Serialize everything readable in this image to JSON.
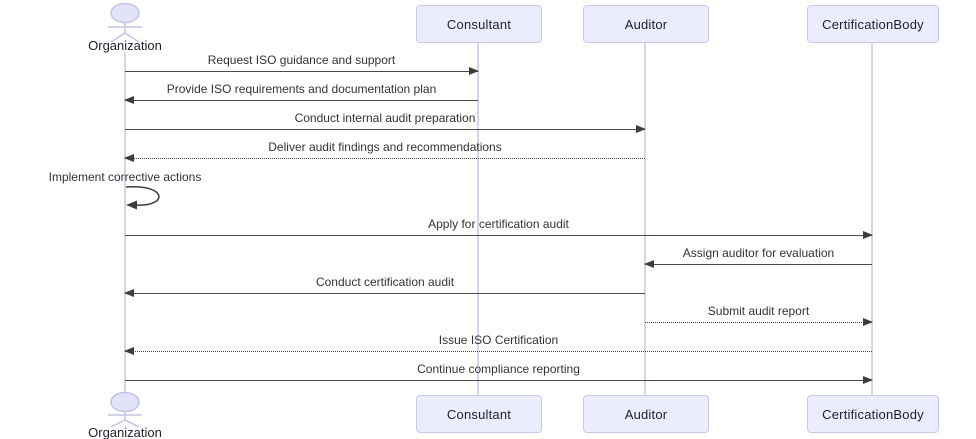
{
  "diagram": {
    "type": "uml-sequence-diagram",
    "actors": [
      {
        "name": "Organization",
        "kind": "actor-figure"
      },
      {
        "name": "Consultant",
        "kind": "participant-box"
      },
      {
        "name": "Auditor",
        "kind": "participant-box"
      },
      {
        "name": "CertificationBody",
        "kind": "participant-box"
      }
    ],
    "messages": [
      {
        "label": "Request ISO guidance and support",
        "from": "Organization",
        "to": "Consultant",
        "line": "solid"
      },
      {
        "label": "Provide ISO requirements and documentation plan",
        "from": "Consultant",
        "to": "Organization",
        "line": "solid"
      },
      {
        "label": "Conduct internal audit preparation",
        "from": "Organization",
        "to": "Auditor",
        "line": "solid"
      },
      {
        "label": "Deliver audit findings and recommendations",
        "from": "Auditor",
        "to": "Organization",
        "line": "dotted"
      },
      {
        "label": "Implement corrective actions",
        "from": "Organization",
        "to": "Organization",
        "line": "self-loop"
      },
      {
        "label": "Apply for certification audit",
        "from": "Organization",
        "to": "CertificationBody",
        "line": "solid"
      },
      {
        "label": "Assign auditor for evaluation",
        "from": "CertificationBody",
        "to": "Auditor",
        "line": "solid"
      },
      {
        "label": "Conduct certification audit",
        "from": "Auditor",
        "to": "Organization",
        "line": "solid"
      },
      {
        "label": "Submit audit report",
        "from": "Auditor",
        "to": "CertificationBody",
        "line": "dotted"
      },
      {
        "label": "Issue ISO Certification",
        "from": "CertificationBody",
        "to": "Organization",
        "line": "dotted"
      },
      {
        "label": "Continue compliance reporting",
        "from": "Organization",
        "to": "CertificationBody",
        "line": "solid"
      }
    ],
    "colors": {
      "participant_fill": "#ececff",
      "participant_border": "#c9c9ec",
      "lifeline": "#d5d5ef",
      "arrow": "#3d3d3d",
      "text": "#333333",
      "background": "#ffffff"
    }
  }
}
